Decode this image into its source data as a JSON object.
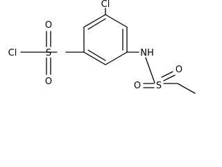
{
  "molecule": {
    "atoms": {
      "cl_sulfonyl": "Cl",
      "s_sulfonyl": "S",
      "o_sulfonyl_top": "O",
      "o_sulfonyl_bottom": "O",
      "cl_ring": "Cl",
      "nh": "NH",
      "s_sulfonamide": "S",
      "o_sulfonamide_left": "O",
      "o_sulfonamide_right": "O"
    }
  }
}
